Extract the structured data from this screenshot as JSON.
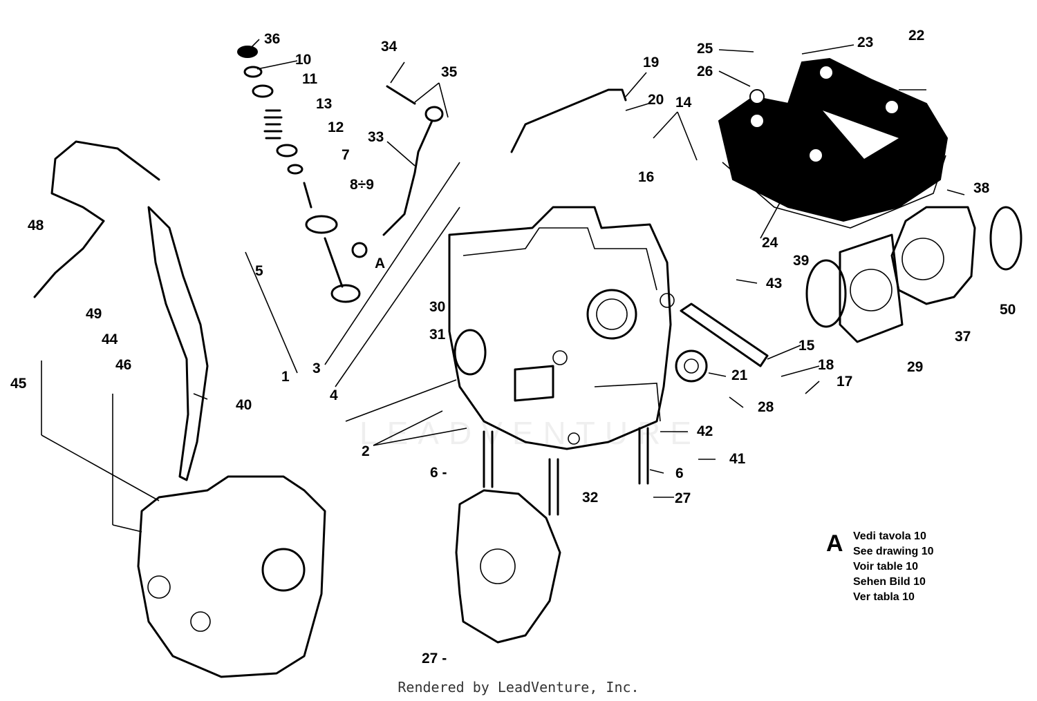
{
  "callouts": [
    {
      "id": "36",
      "text": "36"
    },
    {
      "id": "10",
      "text": "10"
    },
    {
      "id": "11",
      "text": "11"
    },
    {
      "id": "13",
      "text": "13"
    },
    {
      "id": "12",
      "text": "12"
    },
    {
      "id": "7",
      "text": "7"
    },
    {
      "id": "5",
      "text": "5"
    },
    {
      "id": "34",
      "text": "34"
    },
    {
      "id": "35",
      "text": "35"
    },
    {
      "id": "33",
      "text": "33"
    },
    {
      "id": "8-9",
      "text": "8÷9"
    },
    {
      "id": "A-arrow",
      "text": "A"
    },
    {
      "id": "19",
      "text": "19"
    },
    {
      "id": "20",
      "text": "20"
    },
    {
      "id": "14",
      "text": "14"
    },
    {
      "id": "16",
      "text": "16"
    },
    {
      "id": "25",
      "text": "25"
    },
    {
      "id": "26",
      "text": "26"
    },
    {
      "id": "23",
      "text": "23"
    },
    {
      "id": "22",
      "text": "22"
    },
    {
      "id": "38",
      "text": "38"
    },
    {
      "id": "24",
      "text": "24"
    },
    {
      "id": "39",
      "text": "39"
    },
    {
      "id": "43",
      "text": "43"
    },
    {
      "id": "50",
      "text": "50"
    },
    {
      "id": "37",
      "text": "37"
    },
    {
      "id": "29",
      "text": "29"
    },
    {
      "id": "15",
      "text": "15"
    },
    {
      "id": "18",
      "text": "18"
    },
    {
      "id": "17",
      "text": "17"
    },
    {
      "id": "21",
      "text": "21"
    },
    {
      "id": "28",
      "text": "28"
    },
    {
      "id": "30",
      "text": "30"
    },
    {
      "id": "31",
      "text": "31"
    },
    {
      "id": "42",
      "text": "42"
    },
    {
      "id": "41",
      "text": "41"
    },
    {
      "id": "6-right",
      "text": "6"
    },
    {
      "id": "27-mid",
      "text": "27"
    },
    {
      "id": "32",
      "text": "32"
    },
    {
      "id": "6-left",
      "text": "6 -"
    },
    {
      "id": "2",
      "text": "2"
    },
    {
      "id": "1",
      "text": "1"
    },
    {
      "id": "3",
      "text": "3"
    },
    {
      "id": "4",
      "text": "4"
    },
    {
      "id": "48",
      "text": "48"
    },
    {
      "id": "49",
      "text": "49"
    },
    {
      "id": "44",
      "text": "44"
    },
    {
      "id": "46",
      "text": "46"
    },
    {
      "id": "45",
      "text": "45"
    },
    {
      "id": "40",
      "text": "40"
    },
    {
      "id": "27-bottom",
      "text": "27 -"
    }
  ],
  "legend": {
    "letter": "A",
    "lines": [
      "Vedi tavola 10",
      "See drawing 10",
      "Voir table 10",
      "Sehen Bild 10",
      "Ver tabla 10"
    ]
  },
  "watermark": "LEADVENTURE",
  "footer": "Rendered by LeadVenture, Inc."
}
